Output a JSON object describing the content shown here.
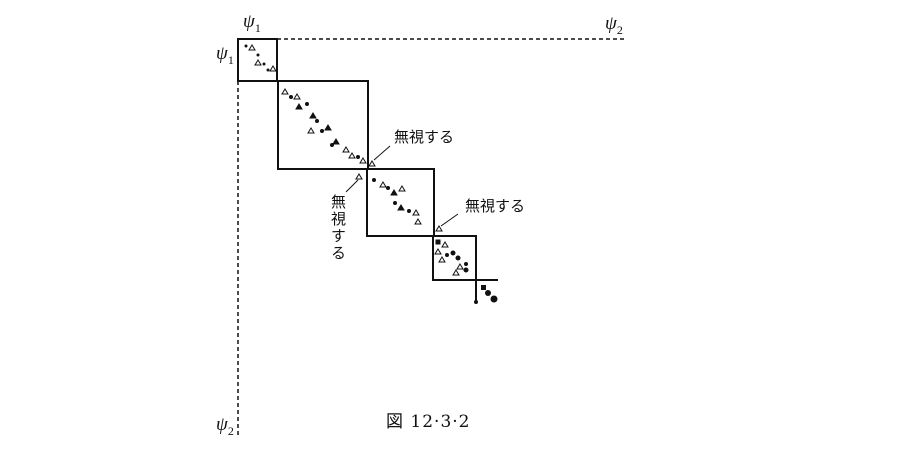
{
  "labels": {
    "phi1_top": "ψ1",
    "phi1_left": "ψ1",
    "phi2_top": "ψ2",
    "phi2_bottom": "ψ2"
  },
  "annotations": {
    "ignore_1": "無視する",
    "ignore_2": "無視する",
    "ignore_vertical": "無視する"
  },
  "caption": "図 12·3·2",
  "icons": {
    "open_marker": "triangle-icon",
    "filled_marker": "circle-dot-icon"
  },
  "colors": {
    "ink": "#111111",
    "paper": "#ffffff"
  }
}
